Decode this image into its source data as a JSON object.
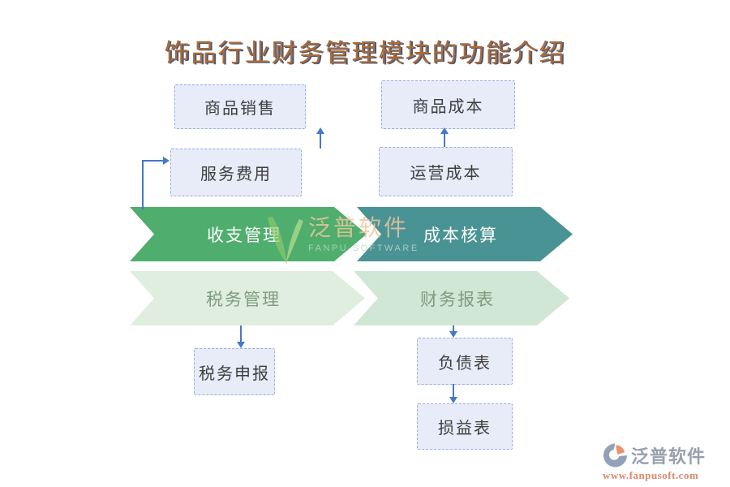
{
  "title": "饰品行业财务管理模块的功能介绍",
  "boxes": [
    {
      "label": "商品销售"
    },
    {
      "label": "服务费用"
    },
    {
      "label": "商品成本"
    },
    {
      "label": "运营成本"
    },
    {
      "label": "税务申报"
    },
    {
      "label": "负债表"
    },
    {
      "label": "损益表"
    }
  ],
  "banners": [
    {
      "label": "收支管理",
      "fill": "#4fae6d"
    },
    {
      "label": "成本核算",
      "fill": "#4a9394"
    },
    {
      "label": "税务管理",
      "fill": "#e0eedf"
    },
    {
      "label": "财务报表",
      "fill": "#cfe7d4"
    }
  ],
  "watermark": {
    "brand": "泛普软件",
    "subtitle": "FANPU SOFTWARE"
  },
  "footer": {
    "brand": "泛普软件",
    "website": "www.fanpusoft.com"
  },
  "colors": {
    "arrow": "#4677c8",
    "box_fill": "#e8ecf9",
    "box_border": "#9dade0",
    "title_text": "#ad6a35",
    "title_shadow": "#35496f",
    "banner_row2_text": "#7f9c80",
    "watermark_text": "#ebc79e",
    "footer_brand": "#98a0ac",
    "footer_url": "#e0876c"
  }
}
